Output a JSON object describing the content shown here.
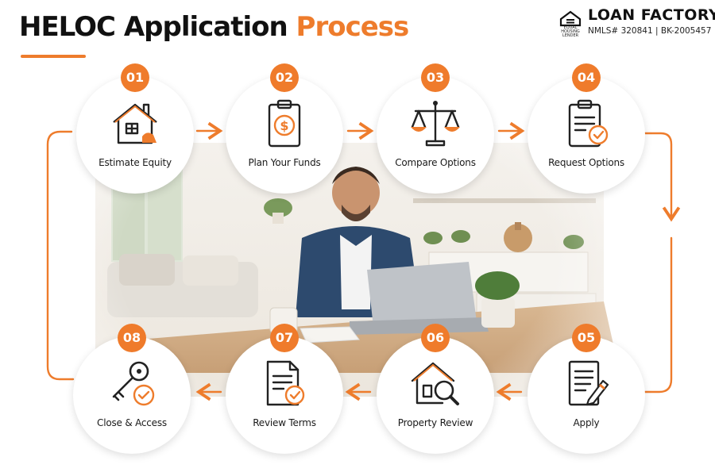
{
  "header": {
    "title_main": "HELOC Application",
    "title_accent": "Process"
  },
  "brand": {
    "name": "LOAN FACTORY",
    "licenses": "NMLS# 320841 | BK-2005457",
    "housing_caption": "EQUAL HOUSING LENDER"
  },
  "colors": {
    "accent": "#ee7c2c",
    "text": "#111111"
  },
  "steps": [
    {
      "number": "01",
      "label": "Estimate Equity",
      "icon": "house-icon"
    },
    {
      "number": "02",
      "label": "Plan Your Funds",
      "icon": "clipboard-dollar-icon"
    },
    {
      "number": "03",
      "label": "Compare Options",
      "icon": "scales-icon"
    },
    {
      "number": "04",
      "label": "Request Options",
      "icon": "clipboard-check-icon"
    },
    {
      "number": "05",
      "label": "Apply",
      "icon": "document-pen-icon"
    },
    {
      "number": "06",
      "label": "Property Review",
      "icon": "house-magnifier-icon"
    },
    {
      "number": "07",
      "label": "Review Terms",
      "icon": "document-check-icon"
    },
    {
      "number": "08",
      "label": "Close & Access",
      "icon": "key-check-icon"
    }
  ]
}
